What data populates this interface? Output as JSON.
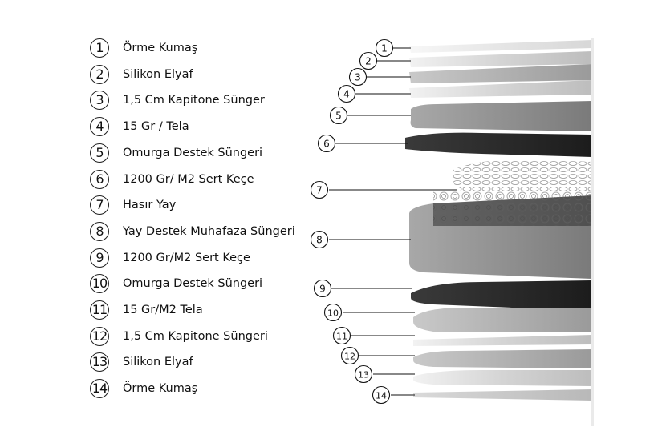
{
  "legend": {
    "items": [
      {
        "num": "1",
        "label": "Örme Kumaş"
      },
      {
        "num": "2",
        "label": "Silikon Elyaf"
      },
      {
        "num": "3",
        "label": "1,5 Cm Kapitone Sünger"
      },
      {
        "num": "4",
        "label": "15 Gr / Tela"
      },
      {
        "num": "5",
        "label": "Omurga Destek Süngeri"
      },
      {
        "num": "6",
        "label": "1200 Gr/ M2 Sert Keçe"
      },
      {
        "num": "7",
        "label": "Hasır Yay"
      },
      {
        "num": "8",
        "label": "Yay Destek Muhafaza Süngeri"
      },
      {
        "num": "9",
        "label": "1200 Gr/M2 Sert Keçe"
      },
      {
        "num": "10",
        "label": "Omurga Destek Süngeri"
      },
      {
        "num": "11",
        "label": "15 Gr/M2 Tela"
      },
      {
        "num": "12",
        "label": "1,5 Cm Kapitone Süngeri"
      },
      {
        "num": "13",
        "label": "Silikon Elyaf"
      },
      {
        "num": "14",
        "label": "Örme Kumaş"
      }
    ]
  },
  "callouts": [
    "1",
    "2",
    "3",
    "4",
    "5",
    "6",
    "7",
    "8",
    "9",
    "10",
    "11",
    "12",
    "13",
    "14"
  ],
  "colors": {
    "text": "#111111",
    "dark_felt": "#2b2b2b",
    "foam_grey": "#8f8f8f",
    "light_layer": "#cfcfcf",
    "background": "#ffffff"
  }
}
